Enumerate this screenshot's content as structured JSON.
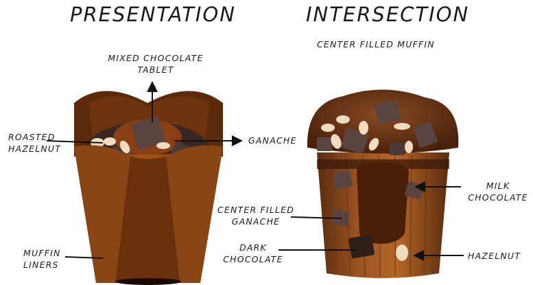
{
  "titles": {
    "left": "PRESENTATION",
    "right": "INTERSECTION",
    "right_subtitle": "CENTER FILLED MUFFIN"
  },
  "labels": {
    "mixed_chocolate_tablet": {
      "line1": "MIXED CHOCOLATE",
      "line2": "TABLET"
    },
    "roasted_hazelnut": {
      "line1": "ROASTED",
      "line2": "HAZELNUT"
    },
    "ganache": "GANACHE",
    "muffin_liners": {
      "line1": "MUFFIN",
      "line2": "LINERS"
    },
    "center_filled_ganache": {
      "line1": "CENTER FILLED",
      "line2": "GANACHE"
    },
    "dark_chocolate": {
      "line1": "DARK",
      "line2": "CHOCOLATE"
    },
    "milk_chocolate": {
      "line1": "MILK",
      "line2": "CHOCOLATE"
    },
    "hazelnut": "HAZELNUT"
  },
  "colors": {
    "liner_dark": "#5a2a0a",
    "liner_mid": "#8a4516",
    "liner_light": "#a8561c",
    "chocolate_dark": "#3a2622",
    "chocolate_tablet": "#5b4440",
    "hazelnut": "#f1dcc0",
    "muffin_top": "#6e3a1a",
    "ganache_center": "#4a1f08"
  }
}
